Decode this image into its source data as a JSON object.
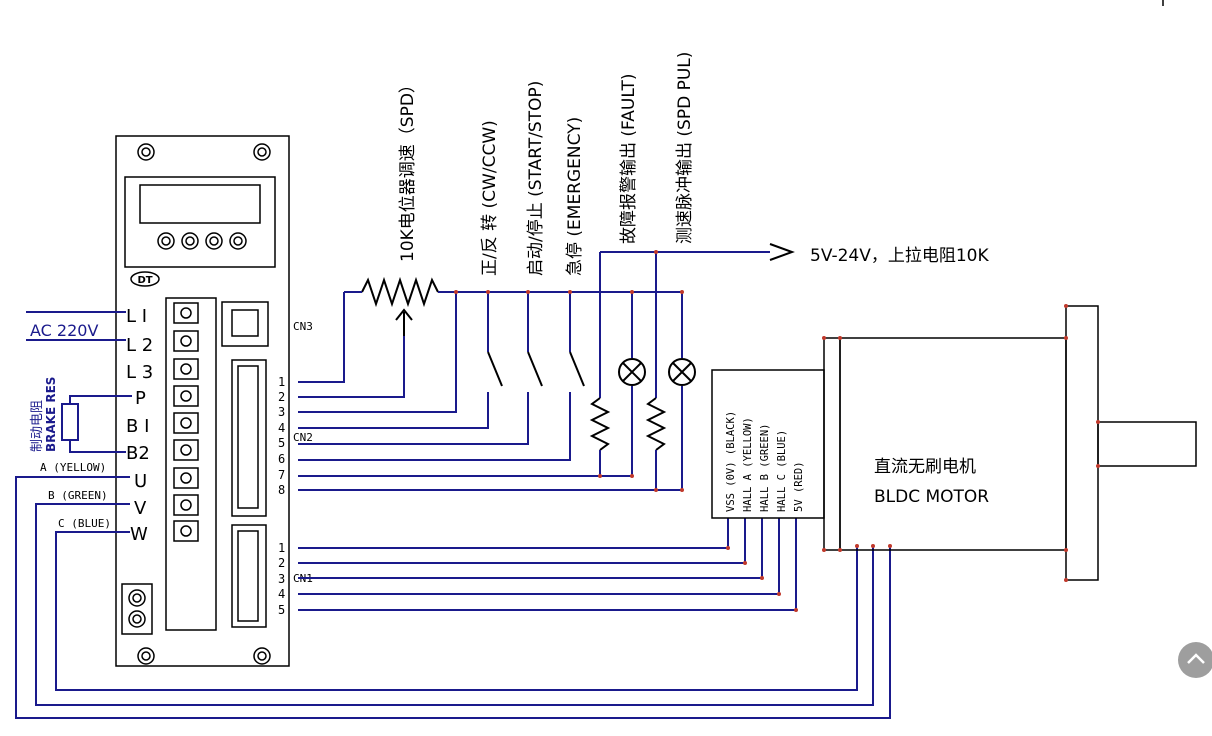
{
  "supply": {
    "label": "AC 220V"
  },
  "brake_resistor": {
    "label_cn": "制动电阻",
    "label_en": "BRAKE RES"
  },
  "terminals": {
    "L1": "L I",
    "L2": "L 2",
    "L3": "L 3",
    "P": "P",
    "B1": "B I",
    "B2": "B2",
    "U": "U",
    "V": "V",
    "W": "W"
  },
  "phases": {
    "U": "A (YELLOW)",
    "V": "B (GREEN)",
    "W": "C (BLUE)"
  },
  "connectors": {
    "cn1": "CN1",
    "cn2": "CN2",
    "cn3": "CN3",
    "logo": "DT"
  },
  "cn2_pins": [
    "1",
    "2",
    "3",
    "4",
    "5",
    "6",
    "7",
    "8"
  ],
  "cn1_pins": [
    "1",
    "2",
    "3",
    "4",
    "5"
  ],
  "signals": {
    "spd": "10K电位器调速（SPD）",
    "dir": "正/反 转 (CW/CCW)",
    "start": "启动/停止 (START/STOP)",
    "emg": "急停 (EMERGENCY)",
    "fault": "故障报警输出 (FAULT)",
    "spdpul": "测速脉冲输出 (SPD PUL)"
  },
  "pullup": {
    "label": "5V-24V，上拉电阻10K"
  },
  "hall": [
    "VSS (0V) (BLACK)",
    "HALL A (YELLOW)",
    "HALL B (GREEN)",
    "HALL C (BLUE)",
    "5V (RED)"
  ],
  "motor": {
    "name_cn": "直流无刷电机",
    "name_en": "BLDC MOTOR"
  },
  "colors": {
    "wire": "#1a1a8c",
    "node": "#c0392b",
    "outline": "#000000"
  },
  "icons": {
    "scroll_top": "chevron-up-icon"
  }
}
